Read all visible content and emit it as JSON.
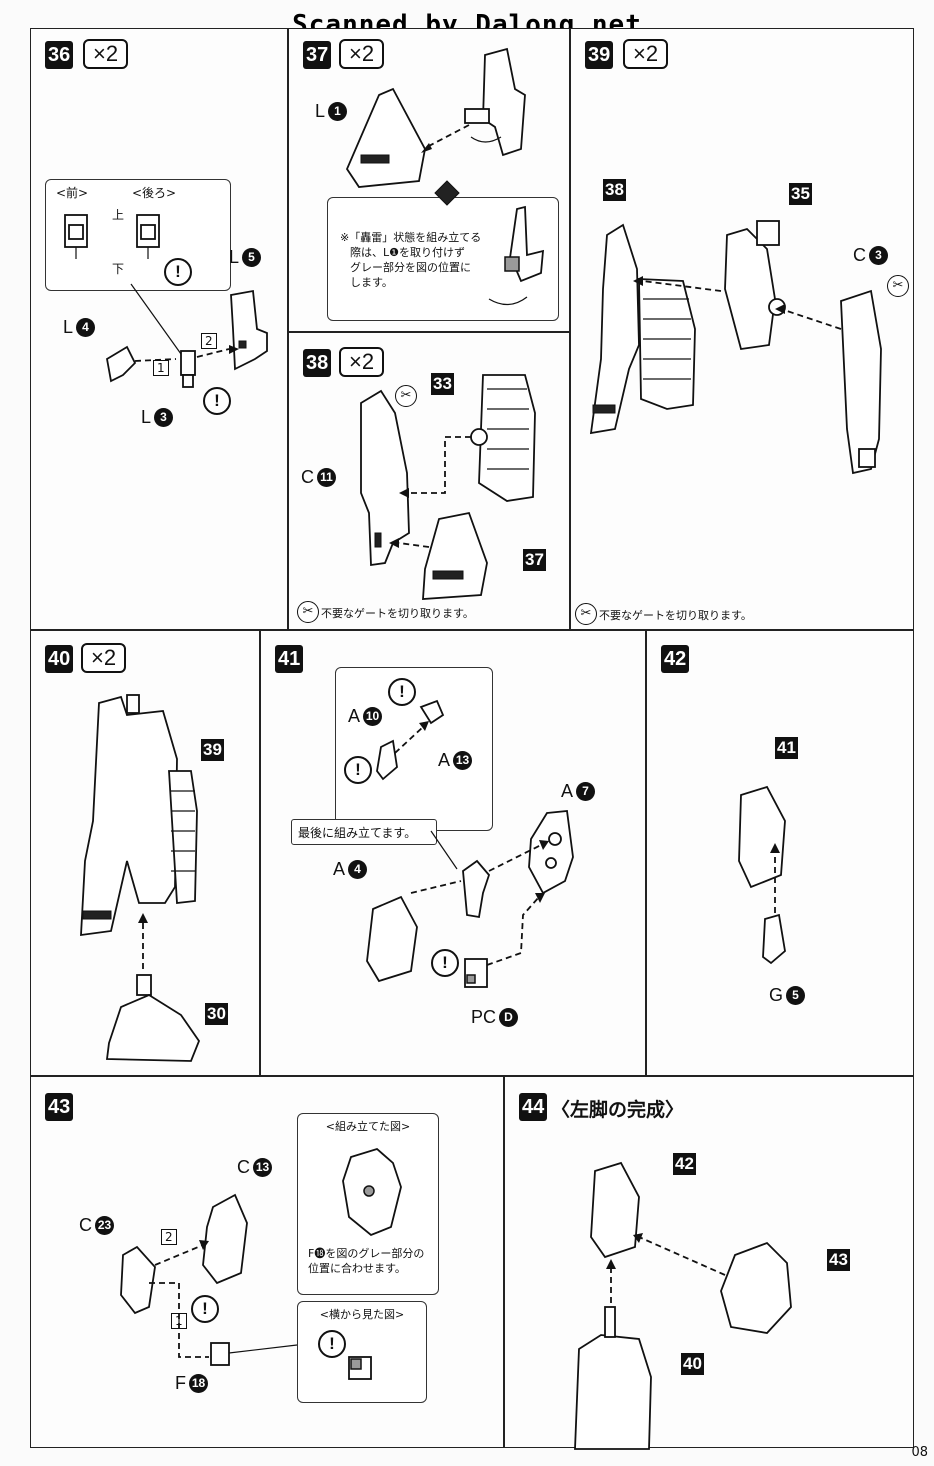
{
  "watermark": "Scanned by Dalong.net",
  "page_number": "08",
  "steps": {
    "s36": {
      "num": "36",
      "mult": "×2",
      "front": "<前>",
      "back": "<後ろ>",
      "up": "上",
      "down": "下",
      "l4": "L",
      "l4n": "4",
      "l5": "L",
      "l5n": "5",
      "l3": "L",
      "l3n": "3",
      "o1": "1",
      "o2": "2"
    },
    "s37": {
      "num": "37",
      "mult": "×2",
      "l1": "L",
      "l1n": "1",
      "note": [
        "※「轟雷」状態を組み立てる",
        "際は、L❶を取り付けず",
        "グレー部分を図の位置に",
        "します。"
      ]
    },
    "s38": {
      "num": "38",
      "mult": "×2",
      "ref33": "33",
      "ref37": "37",
      "c11": "C",
      "c11n": "11",
      "gate": "不要なゲートを切り取ります。"
    },
    "s39": {
      "num": "39",
      "mult": "×2",
      "ref38": "38",
      "ref35": "35",
      "c3": "C",
      "c3n": "3",
      "gate": "不要なゲートを切り取ります。"
    },
    "s40": {
      "num": "40",
      "mult": "×2",
      "ref39": "39",
      "ref30": "30"
    },
    "s41": {
      "num": "41",
      "a10": "A",
      "a10n": "10",
      "a13": "A",
      "a13n": "13",
      "a7": "A",
      "a7n": "7",
      "a4": "A",
      "a4n": "4",
      "pcd": "PC",
      "pcdn": "D",
      "last": "最後に組み立てます。"
    },
    "s42": {
      "num": "42",
      "ref41": "41",
      "g5": "G",
      "g5n": "5"
    },
    "s43": {
      "num": "43",
      "c13": "C",
      "c13n": "13",
      "c23": "C",
      "c23n": "23",
      "f18": "F",
      "f18n": "18",
      "o1": "1",
      "o2": "2",
      "assembled": "<組み立てた図>",
      "assembled_note": [
        "F⓲を図のグレー部分の",
        "位置に合わせます。"
      ],
      "side": "<横から見た図>"
    },
    "s44": {
      "num": "44",
      "title": "〈左脚の完成〉",
      "ref42": "42",
      "ref43": "43",
      "ref40": "40"
    }
  },
  "icons": {
    "warning": "!",
    "cut": "✂"
  }
}
